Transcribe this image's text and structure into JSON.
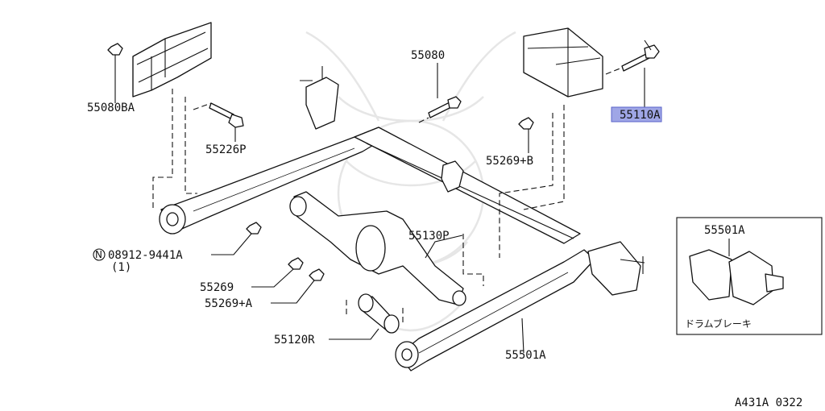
{
  "callouts": {
    "p55080BA": "55080BA",
    "p55226P": "55226P",
    "p55080": "55080",
    "p55110A_base": "55110",
    "p55110A_suffix": "A",
    "p55269B": "55269+B",
    "p08912": "08912-9441A",
    "p08912_prefix": "N",
    "p08912_qty": "(1)",
    "p55269": "55269",
    "p55269A": "55269+A",
    "p55130P": "55130P",
    "p55120R": "55120R",
    "p55501A": "55501A",
    "inset_55501A": "55501A",
    "inset_caption": "ドラムブレーキ"
  },
  "footer": {
    "code": "A431A 0322"
  },
  "colors": {
    "highlight": "#9fa6e6",
    "line": "#111111",
    "watermark": "#e6e6e6"
  }
}
